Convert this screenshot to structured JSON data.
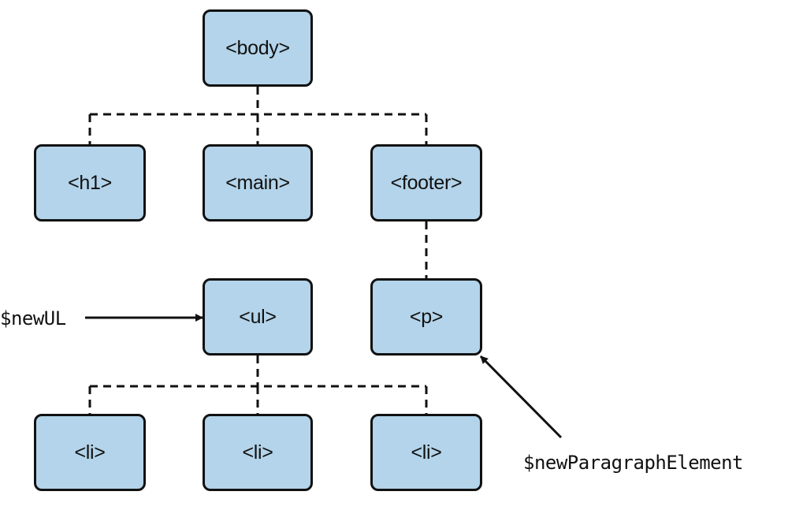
{
  "colors": {
    "node_fill": "#b3d4ea",
    "node_border": "#111111",
    "line": "#111111"
  },
  "nodes": {
    "body": "<body>",
    "h1": "<h1>",
    "main": "<main>",
    "footer": "<footer>",
    "ul": "<ul>",
    "p": "<p>",
    "li1": "<li>",
    "li2": "<li>",
    "li3": "<li>"
  },
  "labels": {
    "new_ul": "$newUL",
    "new_paragraph": "$newParagraphElement"
  }
}
